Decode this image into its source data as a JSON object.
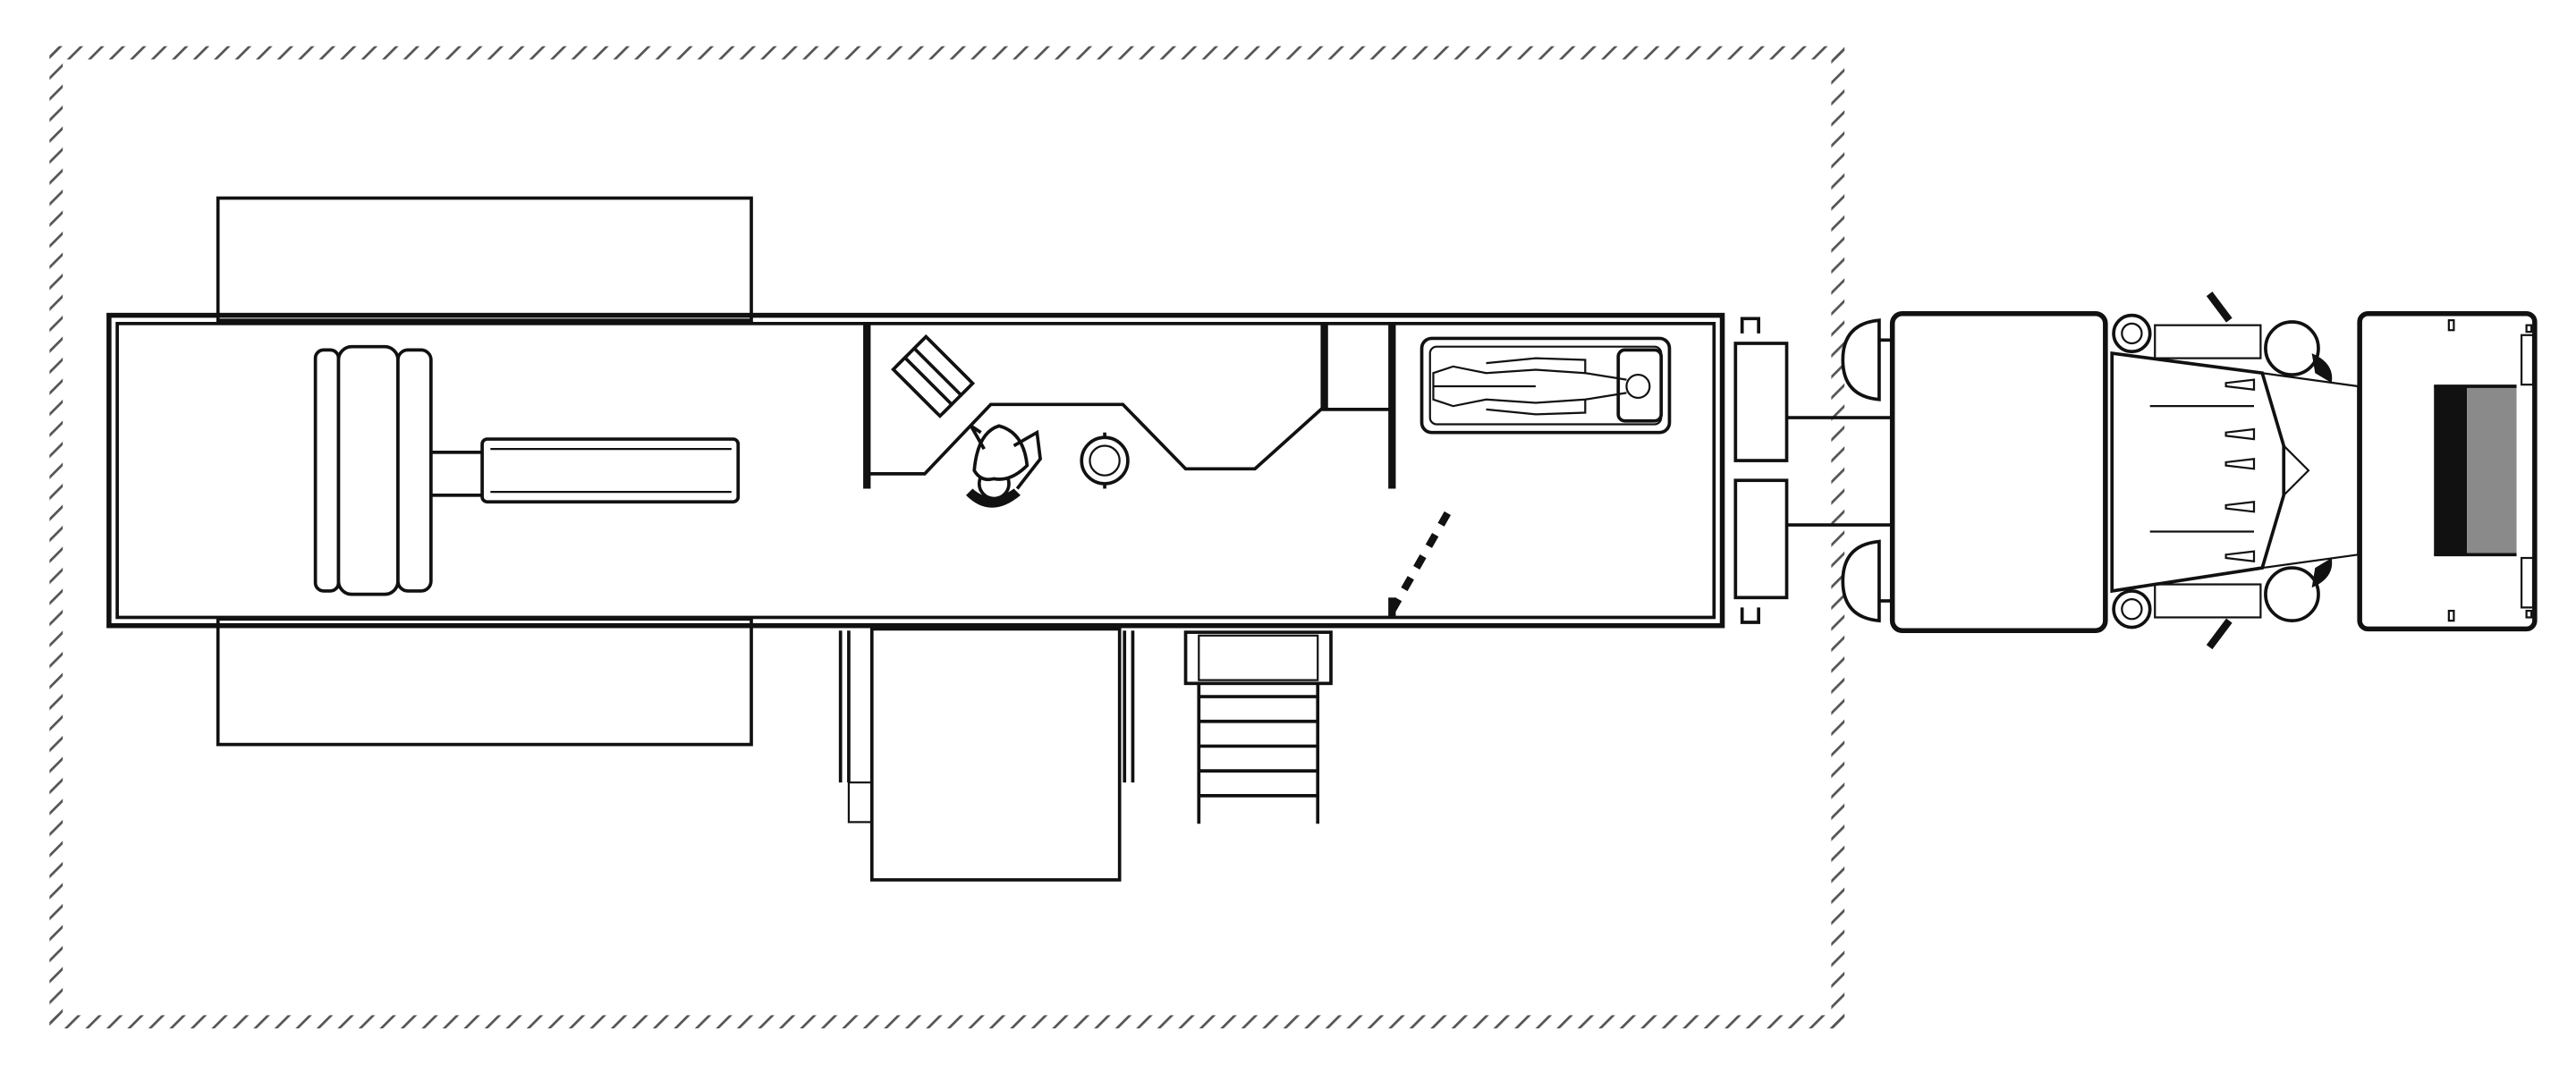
{
  "diagram": {
    "type": "floor-plan",
    "view": "top-down",
    "components": [
      "hatched-site-boundary",
      "mobile-trailer",
      "mri-scanner",
      "control-room",
      "patient-changing-room",
      "side-platform",
      "entry-stairs",
      "tractor-truck"
    ]
  },
  "colors": {
    "line": "#111111",
    "background": "#ffffff",
    "hatch": "#555555",
    "stripe_dark": "#111111",
    "stripe_gray": "#8a8a8a"
  }
}
